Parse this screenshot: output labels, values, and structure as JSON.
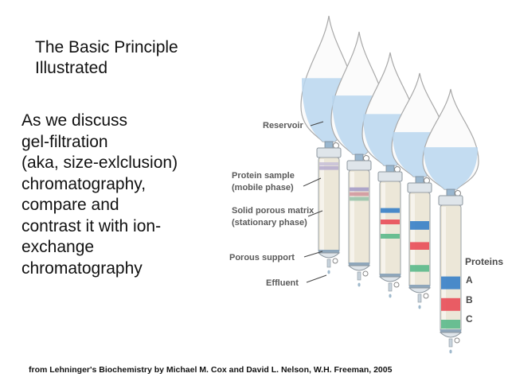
{
  "title": {
    "line1": "The Basic Principle",
    "line2": "Illustrated"
  },
  "body": {
    "lines": [
      "As we discuss",
      "gel-filtration",
      "(aka, size-exlclusion)",
      "chromatography,",
      "compare and",
      "contrast it with ion-",
      "exchange",
      "chromatography"
    ]
  },
  "diagram": {
    "labels": {
      "reservoir": "Reservoir",
      "protein_sample_1": "Protein sample",
      "protein_sample_2": "(mobile phase)",
      "matrix_1": "Solid porous matrix",
      "matrix_2": "(stationary phase)",
      "support": "Porous support",
      "effluent": "Effluent"
    },
    "proteins": {
      "heading": "Proteins",
      "a": "A",
      "b": "B",
      "c": "C"
    },
    "colors": {
      "a": "#3b82c8",
      "b": "#e8505a",
      "c": "#5dbb8c",
      "gel": "#ece7d8",
      "liquid": "#b9d6ee"
    }
  },
  "credit": "from Lehninger's Biochemistry by Michael M. Cox and David L. Nelson, W.H. Freeman, 2005"
}
